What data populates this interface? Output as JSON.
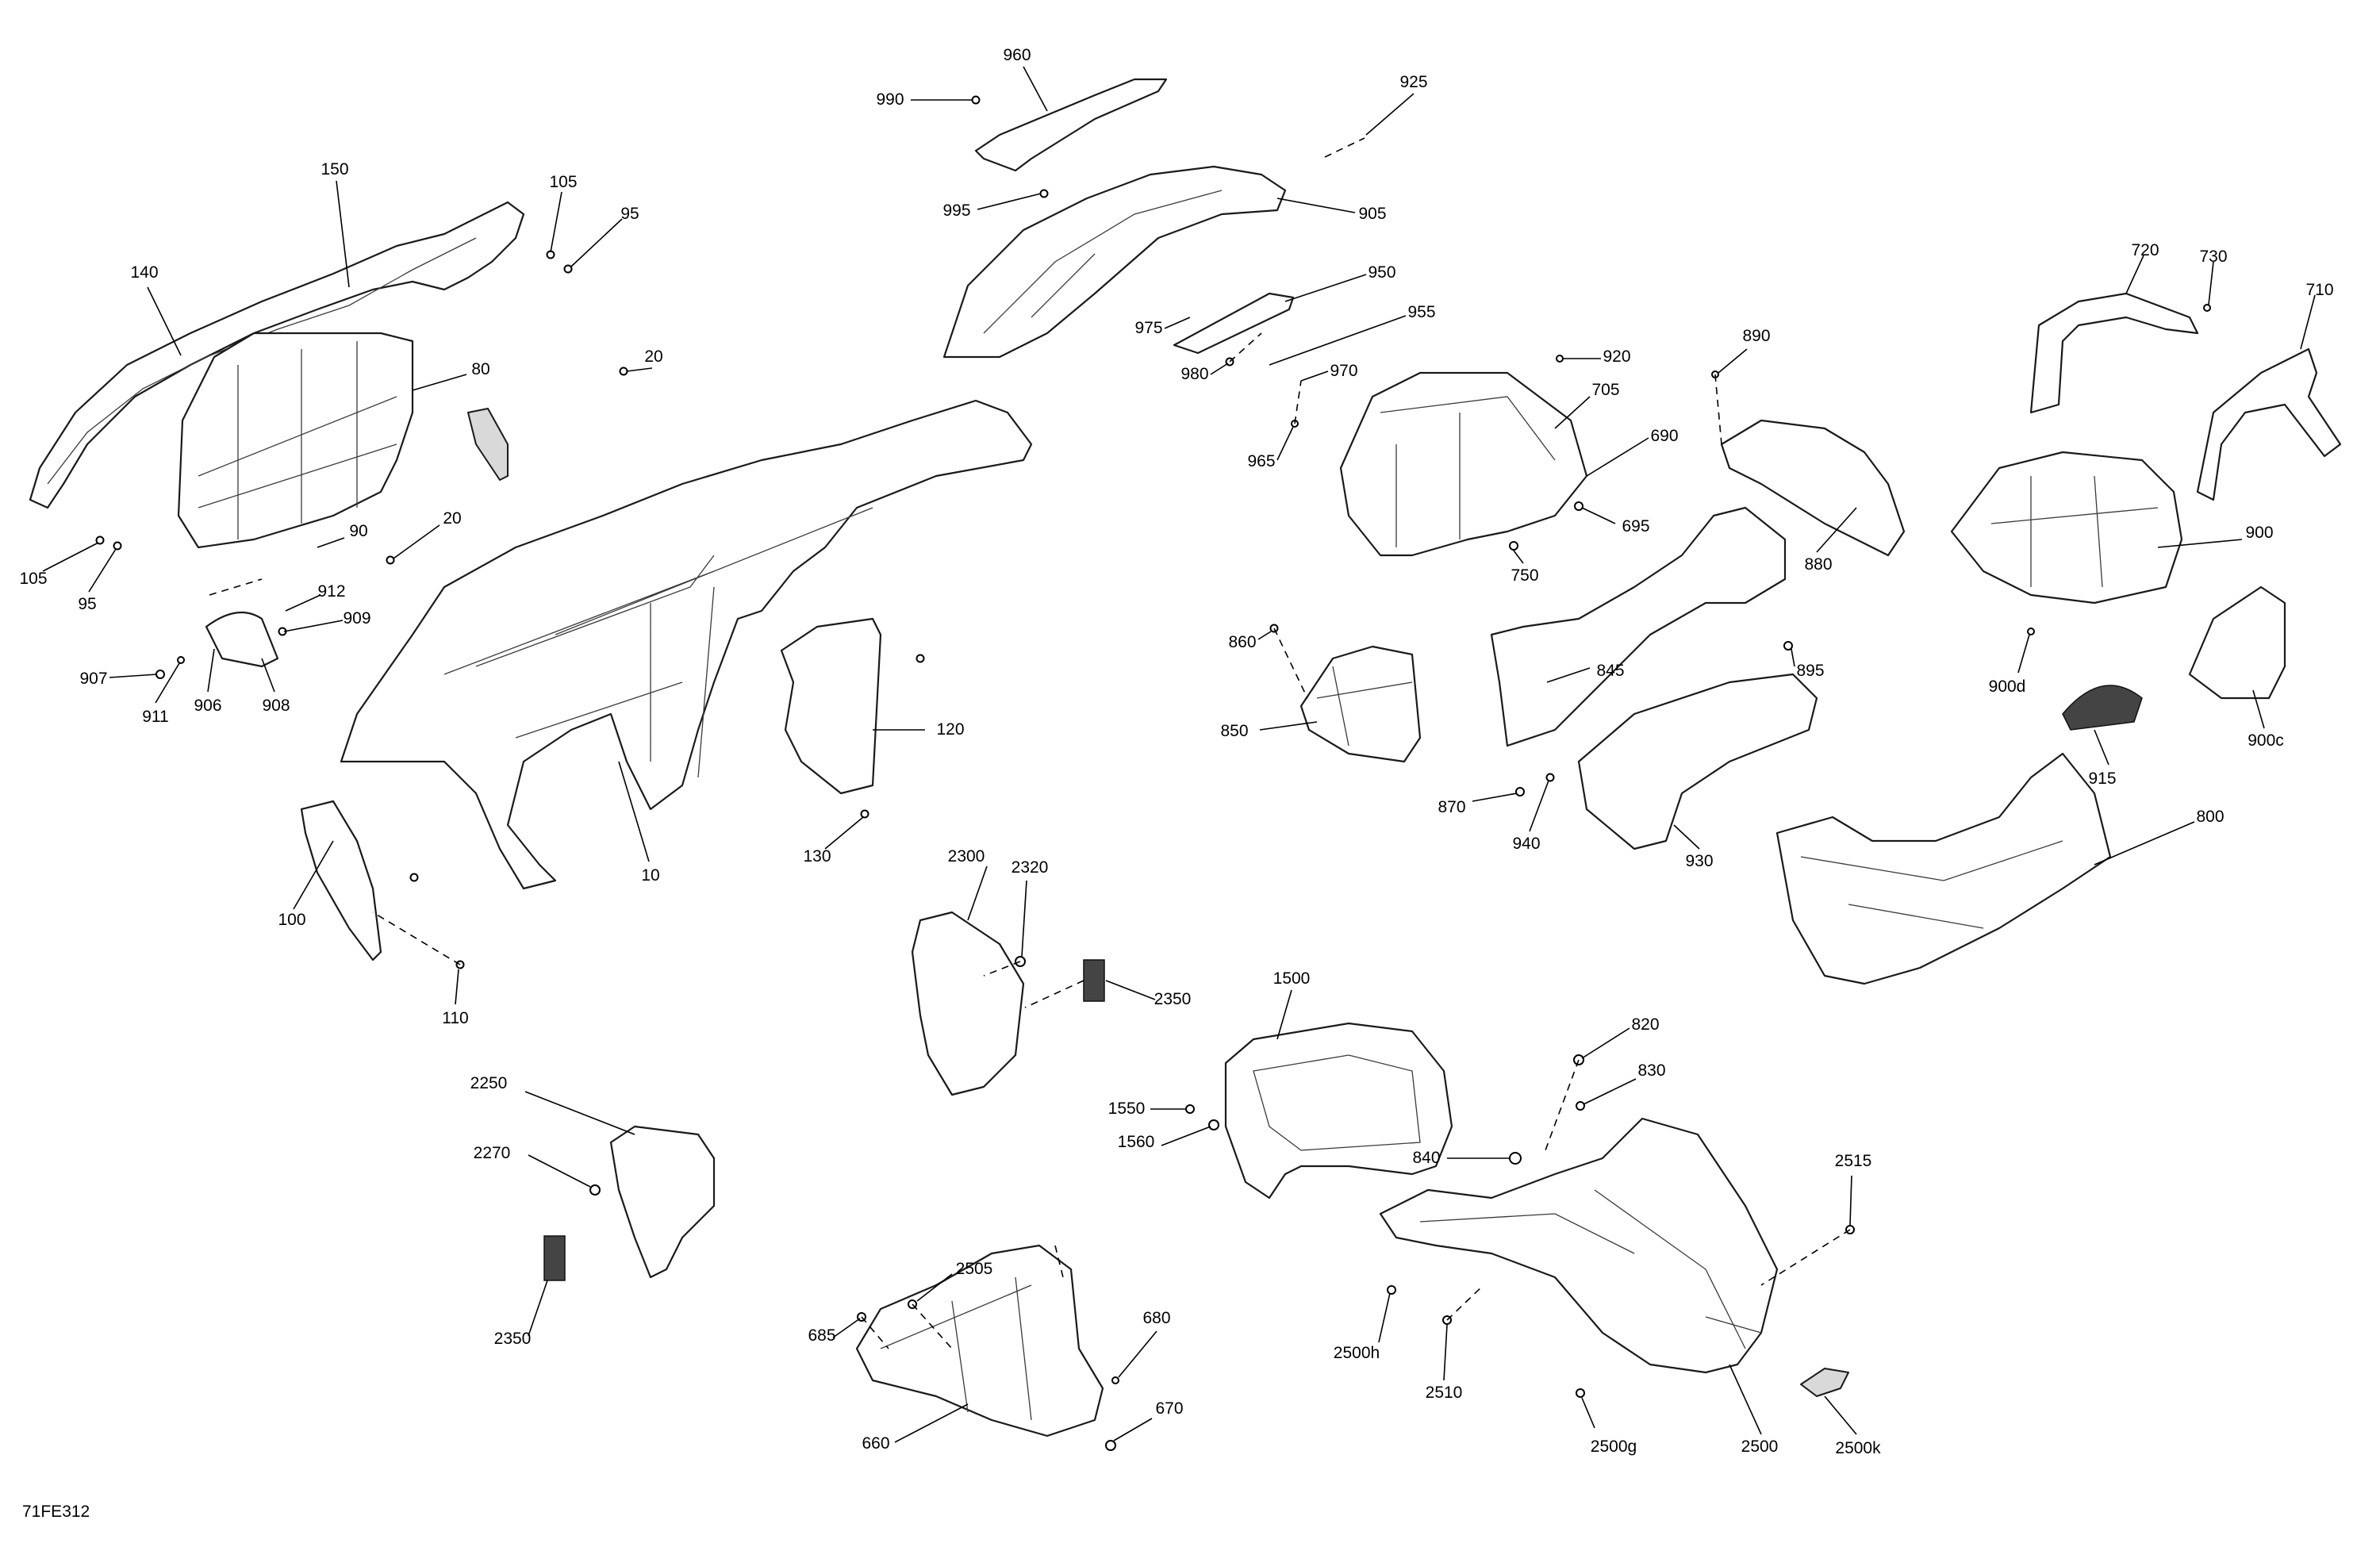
{
  "drawing_id": "71FE312",
  "callouts": [
    "10",
    "20",
    "20",
    "80",
    "90",
    "95",
    "95",
    "100",
    "105",
    "105",
    "110",
    "120",
    "130",
    "140",
    "150",
    "660",
    "670",
    "680",
    "685",
    "690",
    "695",
    "705",
    "710",
    "720",
    "730",
    "750",
    "800",
    "820",
    "830",
    "840",
    "845",
    "850",
    "860",
    "870",
    "880",
    "890",
    "895",
    "900",
    "900c",
    "900d",
    "905",
    "906",
    "907",
    "908",
    "909",
    "911",
    "912",
    "915",
    "920",
    "925",
    "930",
    "940",
    "950",
    "955",
    "960",
    "965",
    "970",
    "975",
    "980",
    "990",
    "995",
    "1500",
    "1550",
    "1560",
    "2250",
    "2270",
    "2300",
    "2320",
    "2350",
    "2350",
    "2500",
    "2500g",
    "2500h",
    "2500k",
    "2505",
    "2510",
    "2515"
  ]
}
